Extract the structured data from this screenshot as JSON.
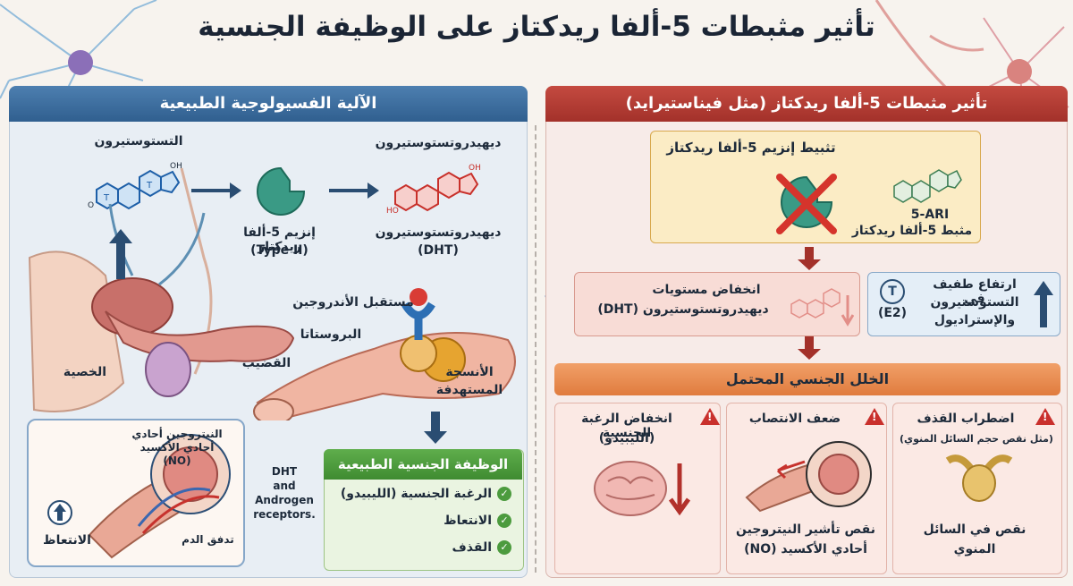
{
  "title": "تأثير مثبطات 5-ألفا ريدكتاز على الوظيفة الجنسية",
  "left": {
    "header": "الآلية الفسيولوجية الطبيعية",
    "testosterone": "التستوستيرون",
    "dht_top": "ديهيدروتستوستيرون",
    "enzyme_label": "إنزيم 5-ألفا ريدكتاز",
    "enzyme_type": "(Type II)",
    "dht_label": "ديهيدروتستوستيرون",
    "dht_abbr": "(DHT)",
    "androgen_receptor": "مستقبل الأندروجين",
    "prostate": "البروستاتا",
    "penis": "القضيب",
    "testis": "الخصية",
    "target_tissues_1": "الأنسجة",
    "target_tissues_2": "المستهدفة",
    "no_1": "النيتروجين أحادي",
    "no_2": "أحادي الأكسيد",
    "no_3": "(NO)",
    "blood_flow": "تدفق الدم",
    "erection": "الانتعاظ",
    "dht_en_1": "DHT",
    "dht_en_2": "and",
    "dht_en_3": "Androgen",
    "dht_en_4": "receptors.",
    "normal_title": "الوظيفة الجنسية الطبيعية",
    "normal_items": [
      "الرغبة الجنسية (الليبيدو)",
      "الانتعاظ",
      "القذف"
    ]
  },
  "right": {
    "header": "تأثير مثبطات 5-ألفا ريدكتاز (مثل فيناستيرايد)",
    "inhibition_title": "تثبيط إنزيم 5-ألفا ريدكتاز",
    "ari_label": "5-ARI",
    "ari_ar": "مثبط 5-ألفا ريدكتاز",
    "dht_decrease_1": "انخفاض مستويات",
    "dht_decrease_2": "ديهيدروتستوستيرون (DHT)",
    "rise_1": "ارتفاع طفيف في",
    "rise_2": "التستوستيرون",
    "rise_3": "والإستراديول",
    "t_symbol": "T",
    "e2_symbol": "(E2)",
    "dysfunction_title": "الخلل الجنسي المحتمل",
    "cards": [
      {
        "title": "انخفاض الرغبة الجنسية",
        "sub": "(الليبيدو)",
        "caption_1": "",
        "caption_2": ""
      },
      {
        "title": "ضعف الانتصاب",
        "sub": "",
        "caption_1": "نقص تأشير النيتروجين",
        "caption_2": "أحادي الأكسيد (NO)"
      },
      {
        "title": "اضطراب القذف",
        "sub": "(مثل نقص حجم السائل المنوي)",
        "caption_1": "نقص في السائل",
        "caption_2": "المنوي"
      }
    ]
  },
  "colors": {
    "blue": "#305f8f",
    "red": "#a3312a",
    "orange": "#e9884a",
    "green": "#4c9b3e"
  }
}
